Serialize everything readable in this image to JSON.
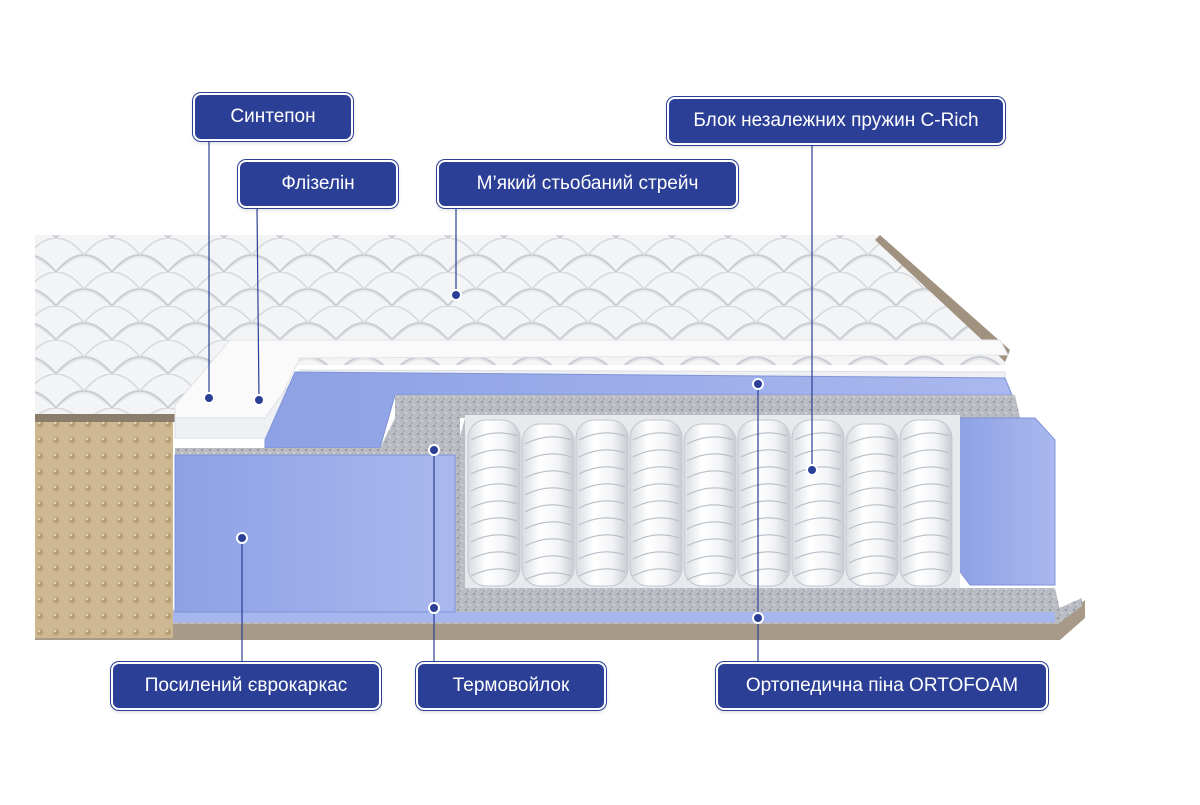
{
  "colors": {
    "label_bg": "#2b3f96",
    "label_text": "#ffffff",
    "leader_line": "#2b3f96",
    "foam_blue": "#8fa3e6",
    "felt_gray": "#b4b7bd",
    "fabric_beige": "#cdb892"
  },
  "labels": {
    "sintepon": "Синтепон",
    "flizelin": "Флізелін",
    "stretch": "М’який стьобаний стрейч",
    "springs": "Блок незалежних пружин C-Rich",
    "frame": "Посилений єврокаркас",
    "felt": "Термовойлок",
    "foam": "Ортопедична піна ORTOFOAM"
  }
}
